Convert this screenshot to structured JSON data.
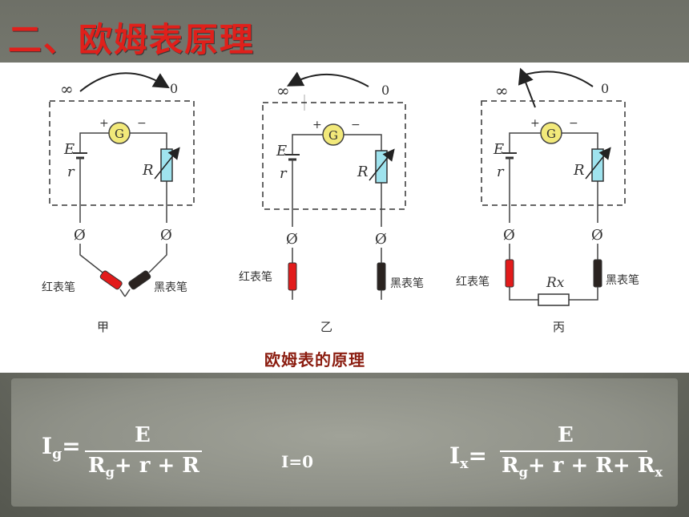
{
  "slide": {
    "title": "二、欧姆表原理"
  },
  "figure": {
    "caption": "欧姆表的原理",
    "panels": [
      {
        "id": "jia",
        "label": "甲"
      },
      {
        "id": "yi",
        "label": "乙"
      },
      {
        "id": "bing",
        "label": "丙"
      }
    ],
    "labels": {
      "infinity": "∞",
      "zero": "0",
      "galvanometer": "G",
      "plus": "+",
      "minus": "−",
      "emf": "E",
      "internal_r": "r",
      "rheostat": "R",
      "terminal": "Ø",
      "red_probe": "红表笔",
      "black_probe": "黑表笔",
      "rx": "Rx"
    }
  },
  "formulas": {
    "ig": {
      "lhs": "I",
      "lhs_sub": "g",
      "eq": "=",
      "numerator": "E",
      "den_r": "R",
      "den_sub": "g",
      "den_rest": "+ r + R"
    },
    "i0": "I=0",
    "ix": {
      "lhs": "I",
      "lhs_sub": "x",
      "eq": "=",
      "numerator": "E",
      "den_r": "R",
      "den_sub": "g",
      "den_rest": "+ r + R+ R",
      "den_tail_sub": "x"
    }
  },
  "colors": {
    "title": "#e0201b",
    "caption": "#8b1d10",
    "galvanometer": "#f2e97a",
    "rheostat": "#9fe3ee",
    "red_probe": "#e21b1b",
    "black_probe": "#2a2320"
  }
}
